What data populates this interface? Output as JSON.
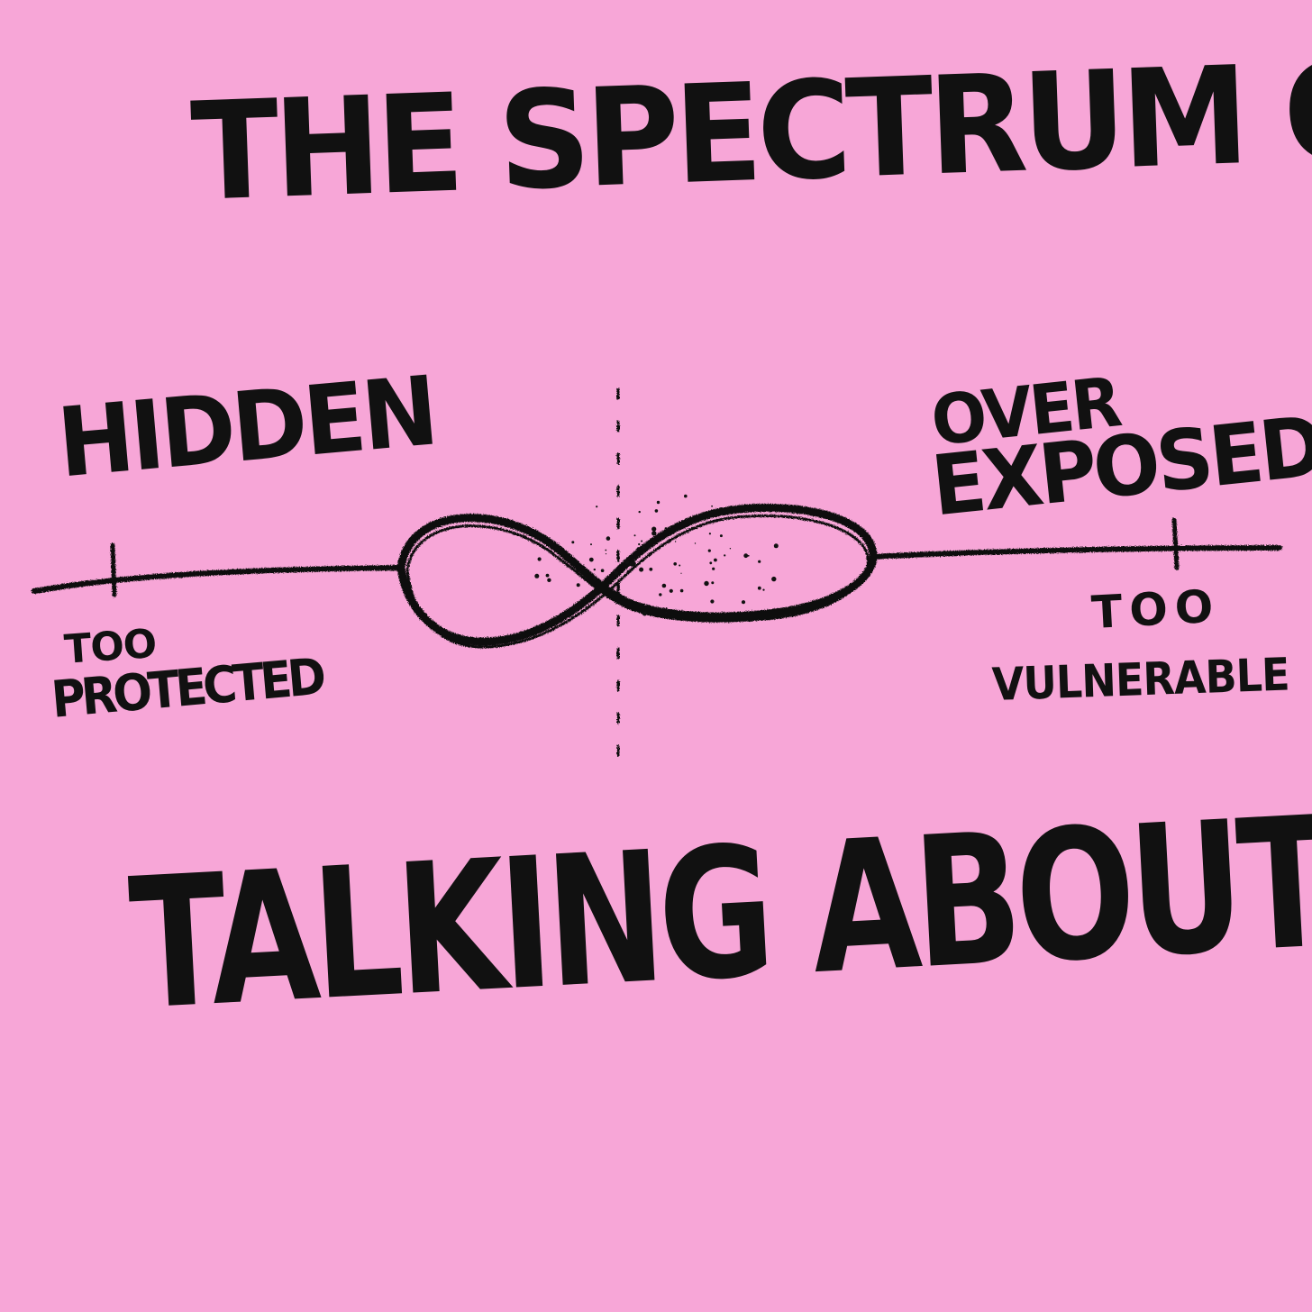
{
  "colors": {
    "background": "#f7a6d7",
    "ink": "#111111"
  },
  "title": {
    "line1": "THE SPECTRUM OF",
    "line2": "TALKING ABOUT IT"
  },
  "spectrum": {
    "left": {
      "label": "HIDDEN",
      "sub_line1": "TOO",
      "sub_line2": "PROTECTED"
    },
    "right": {
      "label_line1": "OVER",
      "label_line2": "EXPOSED",
      "sub_line1": "TOO",
      "sub_line2": "VULNERABLE"
    }
  }
}
